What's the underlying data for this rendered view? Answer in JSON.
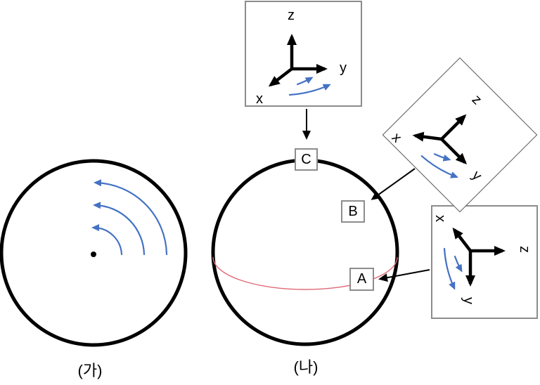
{
  "figure": {
    "caption_left": "(가)",
    "caption_right": "(나)",
    "point_labels": {
      "A": "A",
      "B": "B",
      "C": "C"
    },
    "frames": {
      "top": {
        "x": "x",
        "y": "y",
        "z": "z"
      },
      "tilted": {
        "x": "x",
        "y": "y",
        "z": "z"
      },
      "side": {
        "x": "x",
        "y": "y",
        "z": "z"
      }
    },
    "colors": {
      "rotation_arrow_blue": "#4472C4",
      "equator_red": "#df6b78",
      "line_black": "#000000",
      "box_border_gray": "#8c8c8c"
    }
  }
}
